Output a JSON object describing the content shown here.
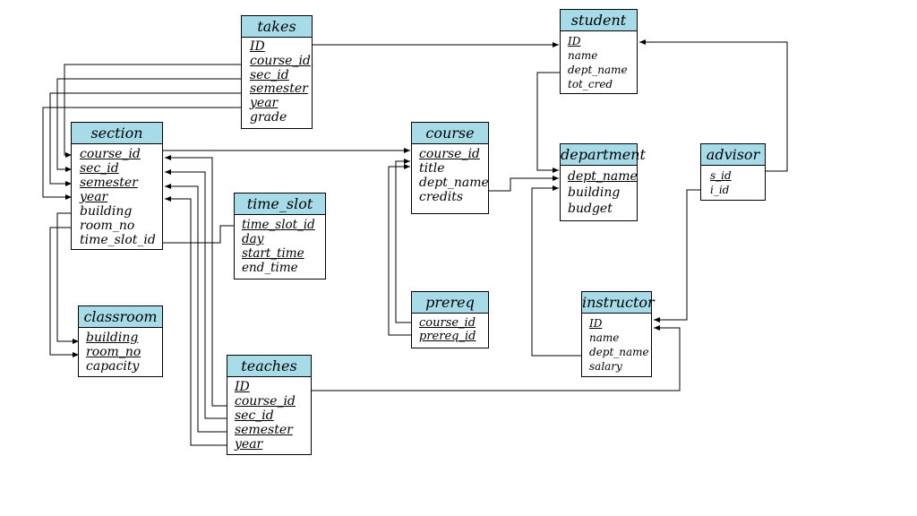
{
  "tables": {
    "takes": {
      "title": "takes",
      "attrs": [
        {
          "name": "ID",
          "pk": true
        },
        {
          "name": "course_id",
          "pk": true
        },
        {
          "name": "sec_id",
          "pk": true
        },
        {
          "name": "semester",
          "pk": true
        },
        {
          "name": "year",
          "pk": true
        },
        {
          "name": "grade",
          "pk": false
        }
      ]
    },
    "student": {
      "title": "student",
      "attrs": [
        {
          "name": "ID",
          "pk": true
        },
        {
          "name": "name",
          "pk": false
        },
        {
          "name": "dept_name",
          "pk": false
        },
        {
          "name": "tot_cred",
          "pk": false
        }
      ]
    },
    "section": {
      "title": "section",
      "attrs": [
        {
          "name": "course_id",
          "pk": true
        },
        {
          "name": "sec_id",
          "pk": true
        },
        {
          "name": "semester",
          "pk": true
        },
        {
          "name": "year",
          "pk": true
        },
        {
          "name": "building",
          "pk": false
        },
        {
          "name": "room_no",
          "pk": false
        },
        {
          "name": "time_slot_id",
          "pk": false
        }
      ]
    },
    "course": {
      "title": "course",
      "attrs": [
        {
          "name": "course_id",
          "pk": true
        },
        {
          "name": "title",
          "pk": false
        },
        {
          "name": "dept_name",
          "pk": false
        },
        {
          "name": "credits",
          "pk": false
        }
      ]
    },
    "department": {
      "title": "department",
      "attrs": [
        {
          "name": "dept_name",
          "pk": true
        },
        {
          "name": "building",
          "pk": false
        },
        {
          "name": "budget",
          "pk": false
        }
      ]
    },
    "advisor": {
      "title": "advisor",
      "attrs": [
        {
          "name": "s_id",
          "pk": true
        },
        {
          "name": "i_id",
          "pk": false
        }
      ]
    },
    "time_slot": {
      "title": "time_slot",
      "attrs": [
        {
          "name": "time_slot_id",
          "pk": true
        },
        {
          "name": "day",
          "pk": true
        },
        {
          "name": "start_time",
          "pk": true
        },
        {
          "name": "end_time",
          "pk": false
        }
      ]
    },
    "classroom": {
      "title": "classroom",
      "attrs": [
        {
          "name": "building",
          "pk": true
        },
        {
          "name": "room_no",
          "pk": true
        },
        {
          "name": "capacity",
          "pk": false
        }
      ]
    },
    "prereq": {
      "title": "prereq",
      "attrs": [
        {
          "name": "course_id",
          "pk": true
        },
        {
          "name": "prereq_id",
          "pk": true
        }
      ]
    },
    "instructor": {
      "title": "instructor",
      "attrs": [
        {
          "name": "ID",
          "pk": true
        },
        {
          "name": "name",
          "pk": false
        },
        {
          "name": "dept_name",
          "pk": false
        },
        {
          "name": "salary",
          "pk": false
        }
      ]
    },
    "teaches": {
      "title": "teaches",
      "attrs": [
        {
          "name": "ID",
          "pk": true
        },
        {
          "name": "course_id",
          "pk": true
        },
        {
          "name": "sec_id",
          "pk": true
        },
        {
          "name": "semester",
          "pk": true
        },
        {
          "name": "year",
          "pk": true
        }
      ]
    }
  },
  "colors": {
    "header": "#a7dbe8",
    "line": "#000000"
  }
}
